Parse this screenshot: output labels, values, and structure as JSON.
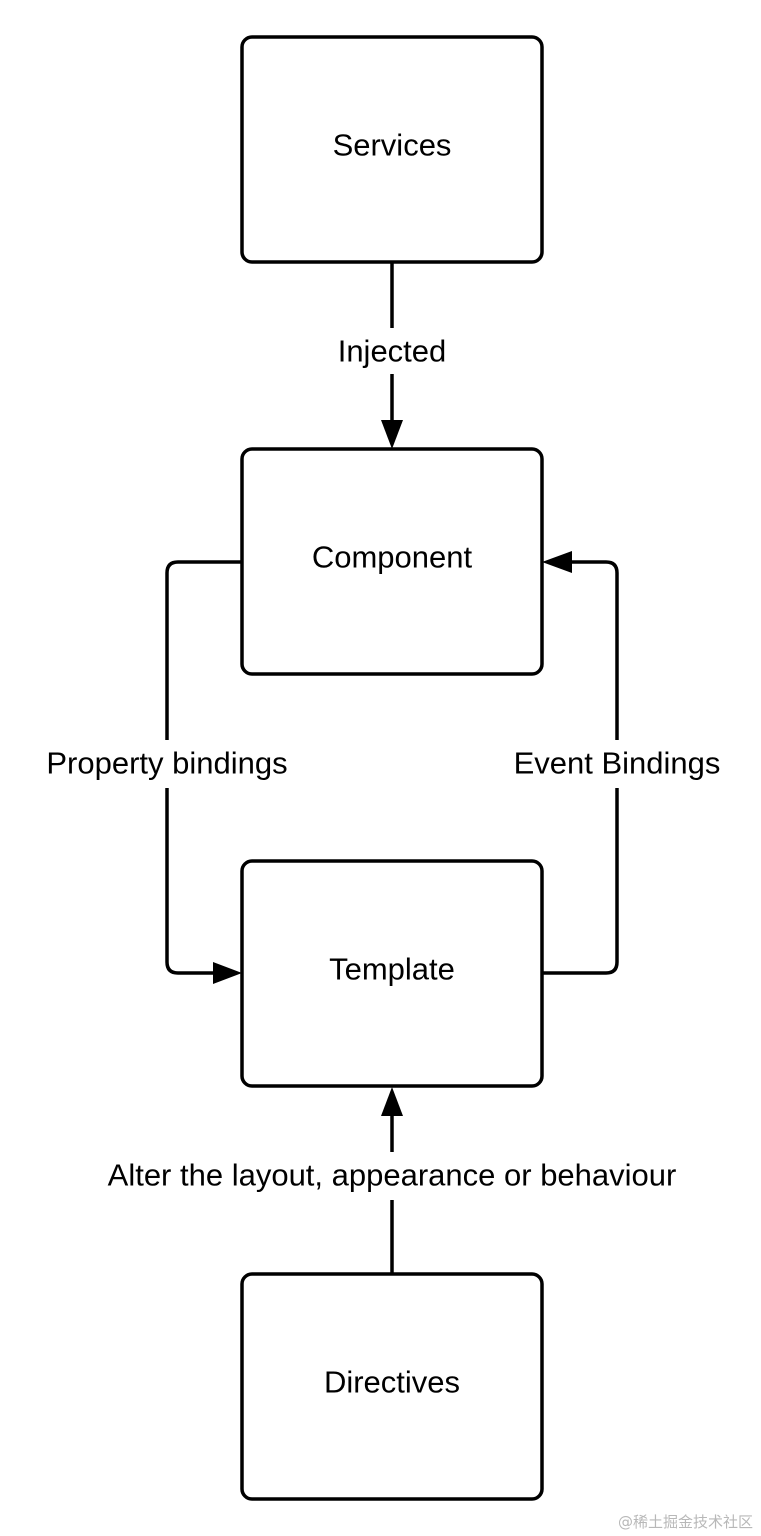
{
  "diagram": {
    "nodes": {
      "services": "Services",
      "component": "Component",
      "template": "Template",
      "directives": "Directives"
    },
    "edges": {
      "injected": "Injected",
      "property_bindings": "Property bindings",
      "event_bindings": "Event Bindings",
      "alter": "Alter the layout, appearance or behaviour"
    }
  },
  "watermark": "@稀土掘金技术社区"
}
